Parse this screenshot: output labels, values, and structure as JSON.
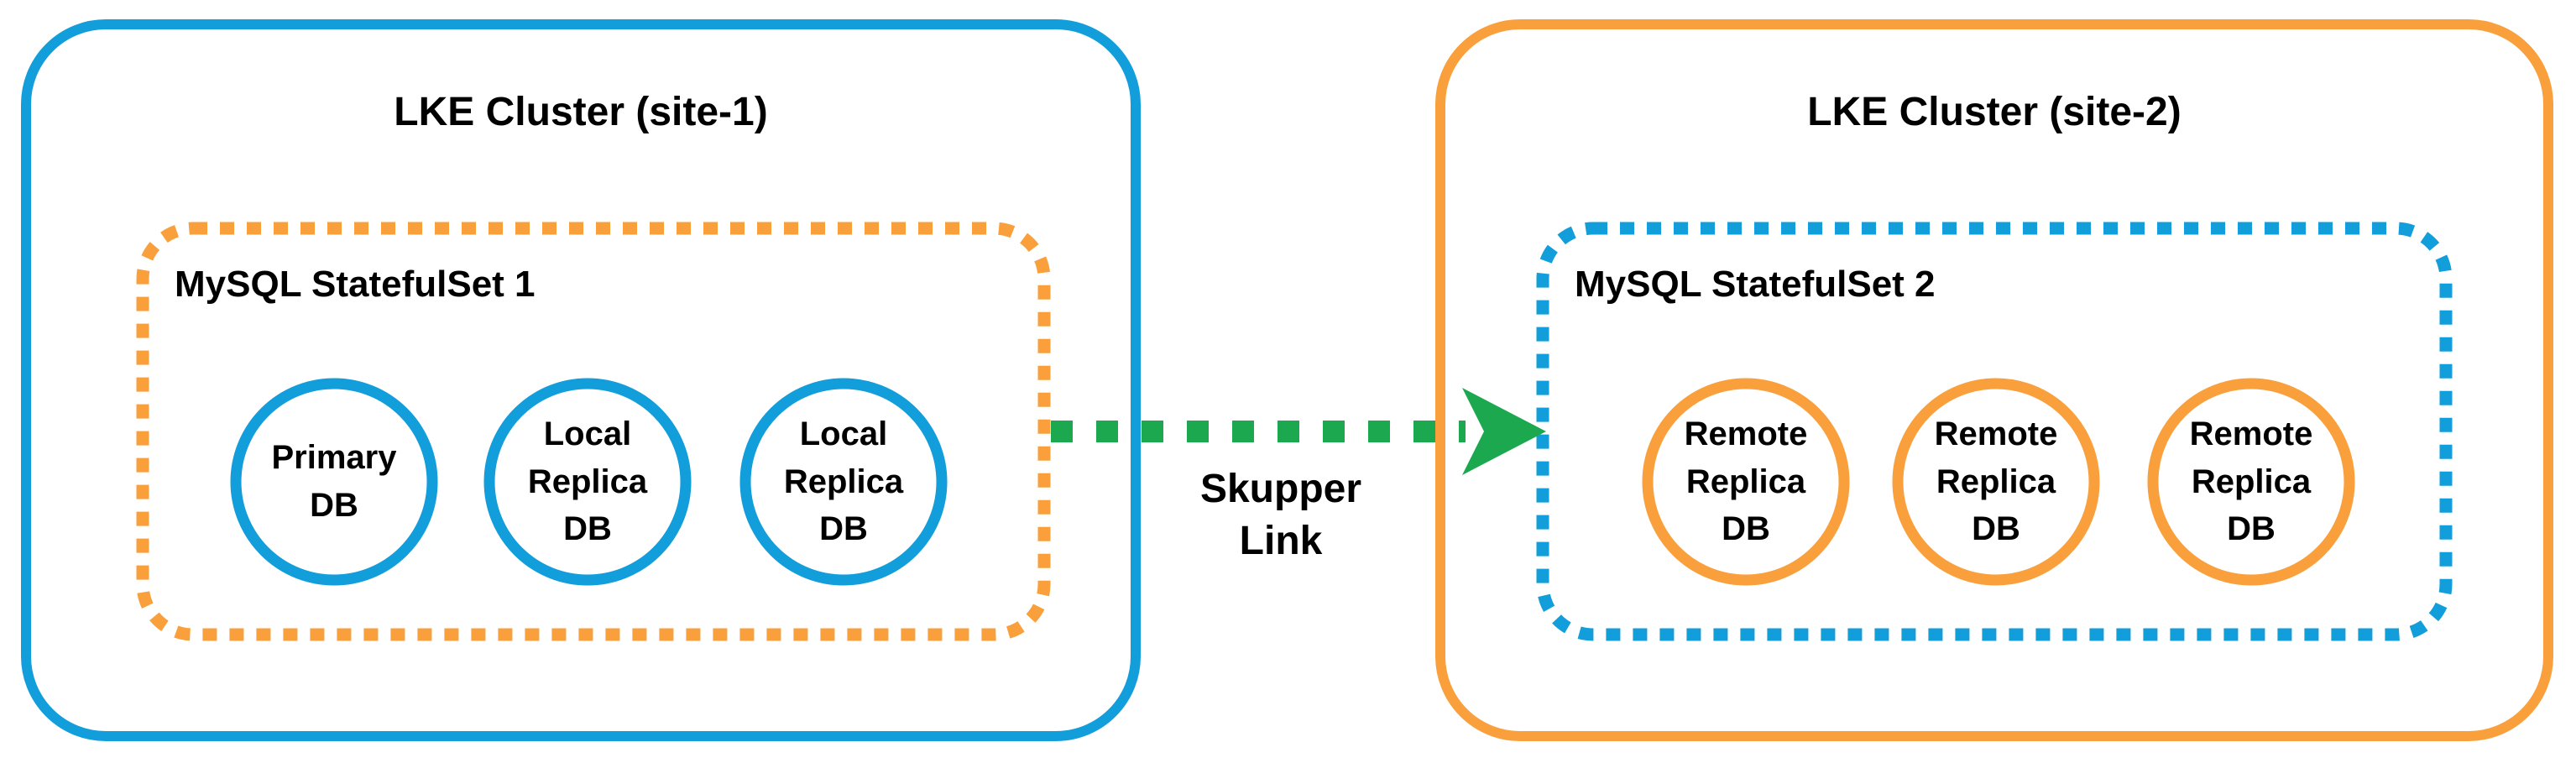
{
  "colors": {
    "blue": "#129DDB",
    "orange": "#F9A03C",
    "green": "#1CA84F",
    "text": "#000000",
    "background": "#FFFFFF",
    "circle_fill": "#FFFFFF"
  },
  "diagram": {
    "site1": {
      "title": "LKE Cluster (site-1)",
      "statefulset": {
        "label": "MySQL StatefulSet 1",
        "pods": [
          "Primary\nDB",
          "Local\nReplica\nDB",
          "Local\nReplica\nDB"
        ]
      }
    },
    "site2": {
      "title": "LKE Cluster (site-2)",
      "statefulset": {
        "label": "MySQL StatefulSet 2",
        "pods": [
          "Remote\nReplica\nDB",
          "Remote\nReplica\nDB",
          "Remote\nReplica\nDB"
        ]
      }
    },
    "link": {
      "label": "Skupper\nLink"
    }
  }
}
